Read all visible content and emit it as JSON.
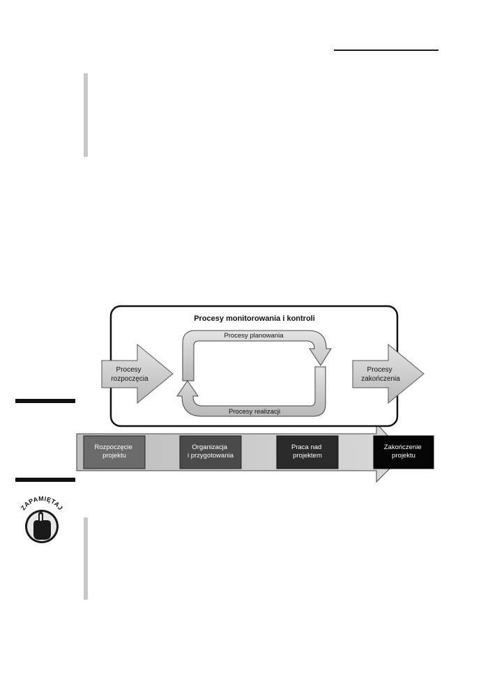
{
  "diagram": {
    "monitoring_title": "Procesy monitorowania i kontroli",
    "planning_label": "Procesy planowania",
    "execution_label": "Procesy realizacji",
    "initiation_label_line1": "Procesy",
    "initiation_label_line2": "rozpoczęcia",
    "closing_label_line1": "Procesy",
    "closing_label_line2": "zakończenia",
    "phases": [
      {
        "line1": "Rozpoczęcie",
        "line2": "projektu",
        "color": "#6b6b6b"
      },
      {
        "line1": "Organizacja",
        "line2": "i przygotowania",
        "color": "#4a4a4a"
      },
      {
        "line1": "Praca nad",
        "line2": "projektem",
        "color": "#2a2a2a"
      },
      {
        "line1": "Zakończenie",
        "line2": "projektu",
        "color": "#050505"
      }
    ]
  },
  "remember_badge": {
    "icon": "pointing-finger-icon",
    "text": "ZAPAMIĘTAJ"
  }
}
